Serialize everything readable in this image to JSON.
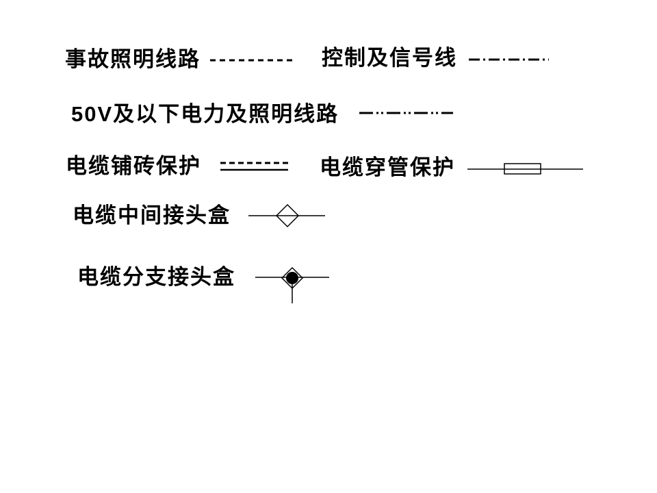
{
  "canvas": {
    "background": "#ffffff",
    "ink": "#000000"
  },
  "legend": {
    "items": [
      {
        "label": "事故照明线路",
        "symbol": "dashed-line"
      },
      {
        "label": "控制及信号线",
        "symbol": "dash-dot-line"
      },
      {
        "label": "50V及以下电力及照明线路",
        "symbol": "dash-double-dot-line"
      },
      {
        "label": "电缆铺砖保护",
        "symbol": "dashed-line-over-solid-line"
      },
      {
        "label": "电缆穿管保护",
        "symbol": "solid-line-through-rectangle"
      },
      {
        "label": "电缆中间接头盒",
        "symbol": "solid-line-with-open-diamond"
      },
      {
        "label": "电缆分支接头盒",
        "symbol": "solid-line-with-filled-diamond-and-branch"
      }
    ]
  }
}
